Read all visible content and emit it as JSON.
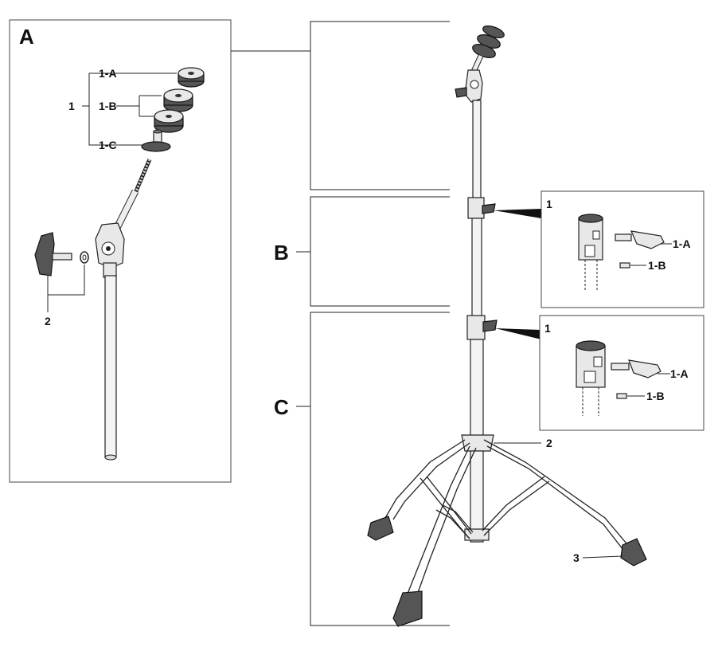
{
  "sections": {
    "a": "A",
    "b": "B",
    "c": "C"
  },
  "panel_a": {
    "group": "1",
    "felt_top": "1-A",
    "felt_middle": "1-B",
    "sleeve": "1-C",
    "wing_bolt": "2"
  },
  "inset_upper": {
    "title": "1",
    "wing_screw": "1-A",
    "set_screw": "1-B"
  },
  "inset_lower": {
    "title": "1",
    "wing_screw": "1-A",
    "set_screw": "1-B"
  },
  "stand": {
    "tripod_joint": "2",
    "foot": "3"
  }
}
